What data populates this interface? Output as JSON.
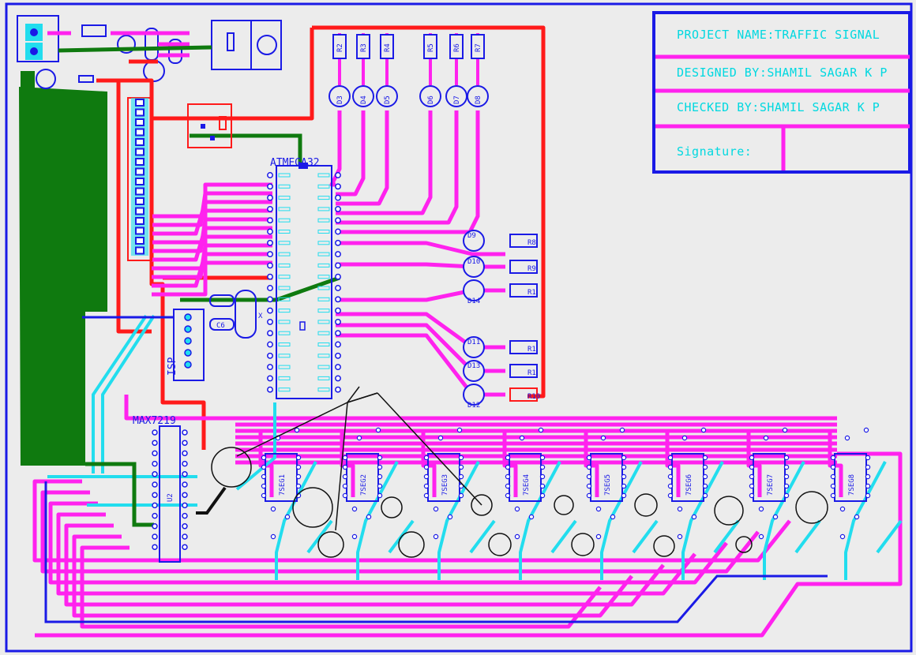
{
  "title_block": {
    "project": "PROJECT NAME:TRAFFIC SIGNAL",
    "designed": "DESIGNED BY:SHAMIL SAGAR K P",
    "checked": "CHECKED BY:SHAMIL SAGAR K P",
    "signature": "Signature:"
  },
  "components": {
    "mcu": "ATMEGA32",
    "driver": "MAX7219",
    "driver_ref": "U2",
    "crystal": "X",
    "cap": "C6",
    "isp": "ISP",
    "top_resistors": [
      "R2",
      "R3",
      "R4",
      "R5",
      "R6",
      "R7"
    ],
    "top_leds": [
      "D3",
      "D4",
      "D5",
      "D6",
      "D7",
      "D8"
    ],
    "right_leds": [
      "D9",
      "D10",
      "D14",
      "D11",
      "D13",
      "D12",
      "D11"
    ],
    "right_resistors": [
      "R8",
      "R9",
      "R1",
      "R1",
      "R1",
      "R10"
    ],
    "segments": [
      "7SEG1",
      "7SEG2",
      "7SEG3",
      "7SEG4",
      "7SEG5",
      "7SEG6",
      "7SEG7",
      "7SEG8"
    ]
  },
  "colors": {
    "red": "#ff1a1a",
    "magenta": "#ff22ee",
    "blue": "#1a1ae6",
    "green": "#0f7a0f",
    "cyan": "#22ddee",
    "black": "#111111"
  }
}
